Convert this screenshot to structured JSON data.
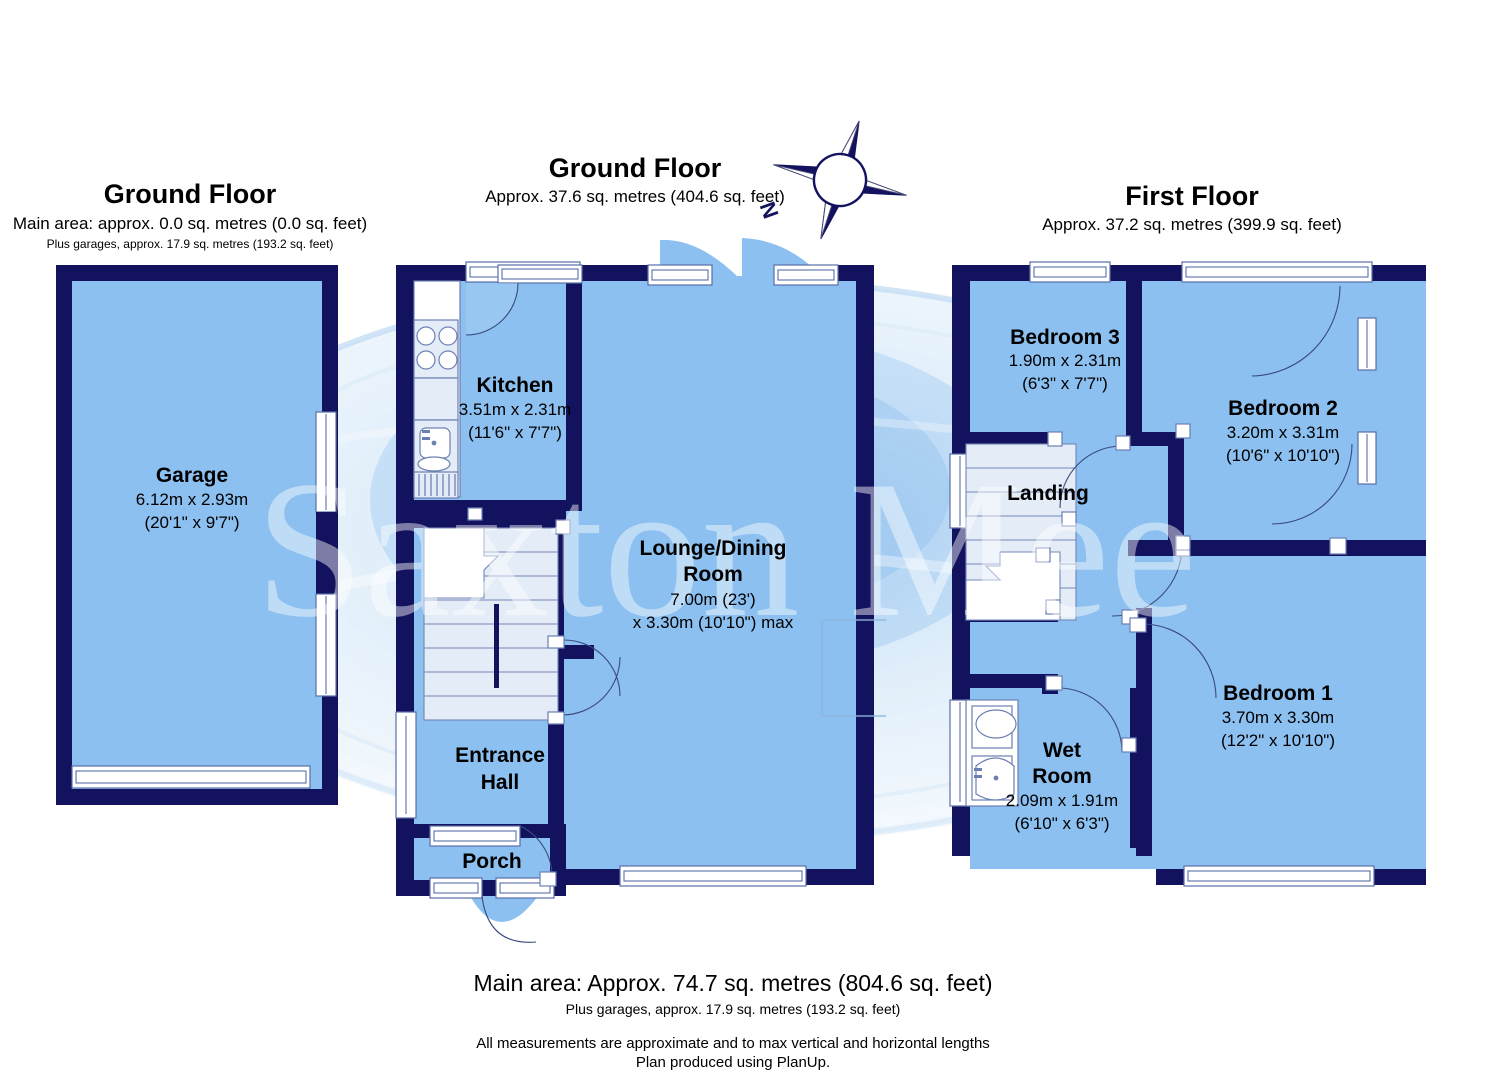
{
  "headers": {
    "left": {
      "title": "Ground Floor",
      "line1": "Main area: approx. 0.0 sq. metres (0.0 sq. feet)",
      "line2": "Plus garages, approx. 17.9 sq. metres (193.2 sq. feet)"
    },
    "center": {
      "title": "Ground Floor",
      "line1": "Approx. 37.6 sq. metres (404.6 sq. feet)"
    },
    "right": {
      "title": "First Floor",
      "line1": "Approx. 37.2 sq. metres (399.9 sq. feet)"
    }
  },
  "compass": {
    "label": "N",
    "icon": "compass-rose-icon"
  },
  "watermark": {
    "text": "Saxton Mee"
  },
  "rooms": {
    "garage": {
      "name": "Garage",
      "metric": "6.12m x 2.93m",
      "imperial": "(20'1\" x 9'7\")"
    },
    "kitchen": {
      "name": "Kitchen",
      "metric": "3.51m x 2.31m",
      "imperial": "(11'6\" x 7'7\")"
    },
    "lounge": {
      "name_line1": "Lounge/Dining",
      "name_line2": "Room",
      "metric": "7.00m (23')",
      "imperial": "x 3.30m (10'10\") max"
    },
    "entrance": {
      "name_line1": "Entrance",
      "name_line2": "Hall"
    },
    "porch": {
      "name": "Porch"
    },
    "bedroom3": {
      "name": "Bedroom 3",
      "metric": "1.90m x 2.31m",
      "imperial": "(6'3\" x 7'7\")"
    },
    "bedroom2": {
      "name": "Bedroom 2",
      "metric": "3.20m x 3.31m",
      "imperial": "(10'6\" x 10'10\")"
    },
    "bedroom1": {
      "name": "Bedroom 1",
      "metric": "3.70m x 3.30m",
      "imperial": "(12'2\" x 10'10\")"
    },
    "landing": {
      "name": "Landing"
    },
    "wetroom": {
      "name_line1": "Wet",
      "name_line2": "Room",
      "metric": "2.09m x 1.91m",
      "imperial": "(6'10\" x 6'3\")"
    }
  },
  "footer": {
    "main": "Main area: Approx. 74.7 sq. metres (804.6 sq. feet)",
    "sub": "Plus garages, approx. 17.9 sq. metres (193.2 sq. feet)",
    "note1": "All measurements are approximate and to max vertical and horizontal lengths",
    "note2": "Plan produced using PlanUp."
  },
  "colors": {
    "wall": "#12125e",
    "floor": "#8cc0f0",
    "watermark_ring": "#bcd8f4",
    "text": "#000000"
  }
}
